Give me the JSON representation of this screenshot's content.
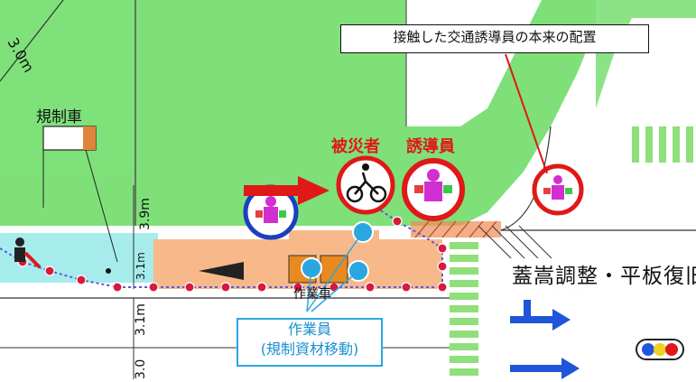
{
  "callout": {
    "text": "接触した交通誘導員の本来の配置"
  },
  "labels": {
    "victim": "被災者",
    "guide": "誘導員",
    "control_vehicle": "規制車",
    "work_vehicle": "作業車",
    "curb_work": "蓋嵩調整・平板復旧"
  },
  "workers_box": {
    "title": "作業員",
    "subtitle": "(規制資材移動)"
  },
  "dimensions": {
    "top_left": "3.0m",
    "vertical_a": "3.9m",
    "vertical_b": "3.1m",
    "vertical_c": "3.1m",
    "vertical_d": "3.0"
  },
  "colors": {
    "sidewalk_green": "#7fe07a",
    "work_zone_orange": "#f7b98a",
    "lane_cyan": "#a6ecec",
    "marker_red": "#e01818",
    "marker_blue": "#1a3fc0",
    "worker_dot": "#2aa7e0",
    "guide_magenta": "#d22fd2",
    "crosswalk_green": "#8fe07a",
    "arrow_blue": "#1f55d8"
  },
  "icons": [
    "bicycle-icon",
    "traffic-guide-icon",
    "traffic-signal-icon",
    "arrow-right-icon",
    "cone-icon"
  ]
}
